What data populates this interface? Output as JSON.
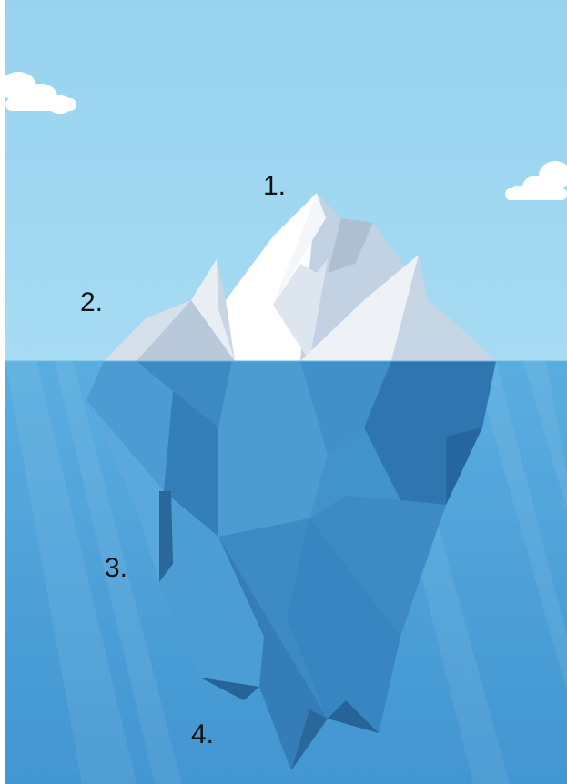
{
  "labels": [
    "1.",
    "2.",
    "3.",
    "4."
  ],
  "colors": {
    "sky": "#9cd6f0",
    "water": "#4ea2d8",
    "water_deep": "#3f8ecb",
    "ice_white": "#ffffff",
    "ice_light": "#d9e4ee",
    "ice_shade": "#b7c9db",
    "ice_blue": "#3a88c4",
    "ice_dark": "#1f5f97",
    "cloud": "#ffffff",
    "text": "#111111"
  },
  "icons": [
    "cloud-icon",
    "cloud-icon"
  ]
}
